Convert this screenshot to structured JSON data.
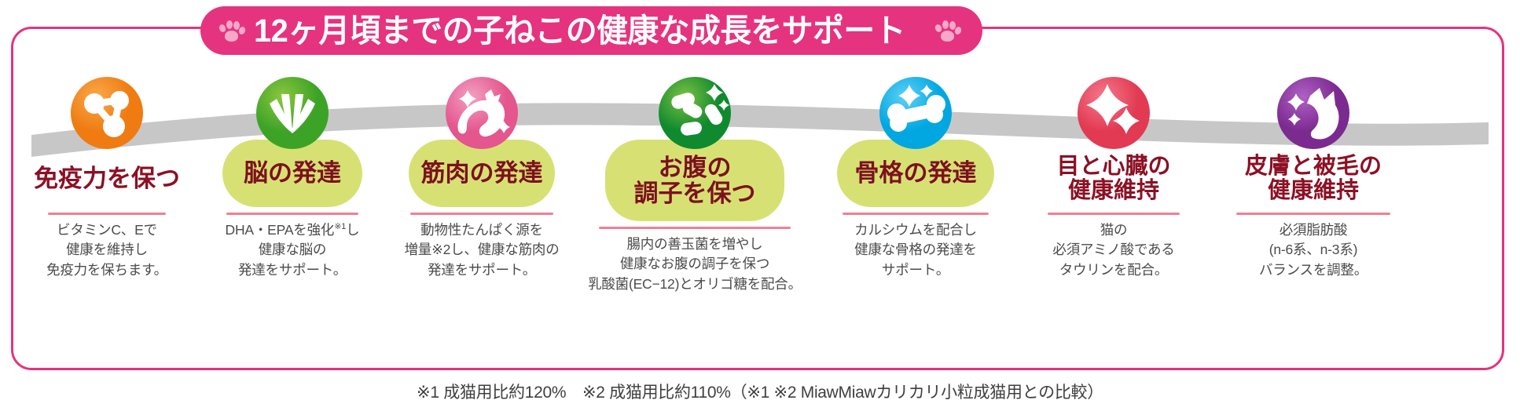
{
  "banner": {
    "title": "12ヶ月頃までの子ねこの健康な成長をサポート",
    "bg_color": "#e5337f",
    "paw_color": "#f7a8c9",
    "left_paw_icon": "paw-icon",
    "right_paw_icon": "paw-icon"
  },
  "frame": {
    "border_color": "#e5337f"
  },
  "band": {
    "color": "#c7c7c7"
  },
  "columns": [
    {
      "id": "immunity",
      "icon": "molecule-icon",
      "icon_color": "#ef7b11",
      "icon_color_light": "#f9a94a",
      "title": "免疫力を保つ",
      "title_pill": false,
      "desc": "ビタミンC、Eで\n健康を維持し\n免疫力を保ちます。"
    },
    {
      "id": "brain",
      "icon": "brain-burst-icon",
      "icon_color": "#3da327",
      "icon_color_light": "#8cc63f",
      "title": "脳の発達",
      "title_pill": true,
      "desc_html": "DHA・EPAを強化<sup>※1</sup>し\n健康な脳の\n発達をサポート。",
      "desc": "DHA・EPAを強化※1し\n健康な脳の\n発達をサポート。"
    },
    {
      "id": "muscle",
      "icon": "stretching-cat-icon",
      "icon_color": "#e5558e",
      "icon_color_light": "#f2a0c2",
      "title": "筋肉の発達",
      "title_pill": true,
      "desc": "動物性たんぱく源を\n増量※2し、健康な筋肉の\n発達をサポート。"
    },
    {
      "id": "stomach",
      "icon": "bacteria-icon",
      "icon_color": "#0f8a2e",
      "icon_color_light": "#7bc043",
      "title": "お腹の\n調子を保つ",
      "title_pill": true,
      "desc": "腸内の善玉菌を増やし\n健康なお腹の調子を保つ\n乳酸菌(EC−12)とオリゴ糖を配合。"
    },
    {
      "id": "bone",
      "icon": "bone-icon",
      "icon_color": "#00a7e1",
      "icon_color_light": "#5fd0f5",
      "title": "骨格の発達",
      "title_pill": true,
      "desc": "カルシウムを配合し\n健康な骨格の発達を\nサポート。"
    },
    {
      "id": "eye-heart",
      "icon": "sparkle-icon",
      "icon_color": "#e23a52",
      "icon_color_light": "#f4798c",
      "title": "目と心臓の\n健康維持",
      "title_pill": false,
      "desc": "猫の\n必須アミノ酸である\nタウリンを配合。"
    },
    {
      "id": "skin-coat",
      "icon": "cat-silhouette-icon",
      "icon_color": "#7b2a8f",
      "icon_color_light": "#b05fc4",
      "title": "皮膚と被毛の\n健康維持",
      "title_pill": false,
      "desc": "必須脂肪酸\n(n-6系、n-3系)\nバランスを調整。"
    }
  ],
  "footnote": "※1 成猫用比約120%　※2 成猫用比約110%（※1 ※2 MiawMiawカリカリ小粒成猫用との比較）"
}
